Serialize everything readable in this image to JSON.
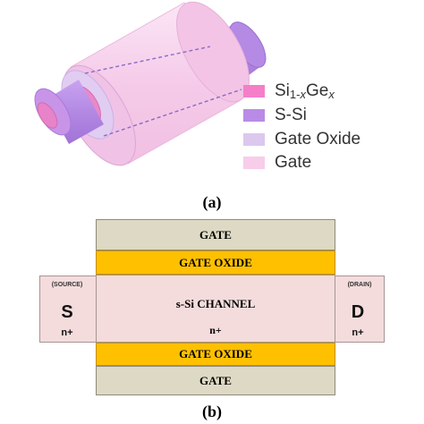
{
  "panel_a": {
    "caption": "(a)",
    "legend": [
      {
        "base": "Si",
        "sub": "1-",
        "sub_italic": "x",
        "mid": "Ge",
        "tail_italic": "x",
        "color": "#f47fc8"
      },
      {
        "label": "S-Si",
        "color": "#b98be6"
      },
      {
        "label": "Gate Oxide",
        "color": "#dcc8ef"
      },
      {
        "label": "Gate",
        "color": "#f7cdea"
      }
    ]
  },
  "panel_b": {
    "caption": "(b)",
    "gate_top": "GATE",
    "oxide_top": "GATE OXIDE",
    "channel_label": "s-Si CHANNEL",
    "channel_doping": "n+",
    "oxide_bottom": "GATE OXIDE",
    "gate_bottom": "GATE",
    "source": {
      "tag": "(SOURCE)",
      "letter": "S",
      "doping": "n+"
    },
    "drain": {
      "tag": "(DRAIN)",
      "letter": "D",
      "doping": "n+"
    },
    "colors": {
      "gate": "#ddd9c4",
      "oxide": "#ffc000",
      "channel": "#f4dcdc"
    }
  }
}
